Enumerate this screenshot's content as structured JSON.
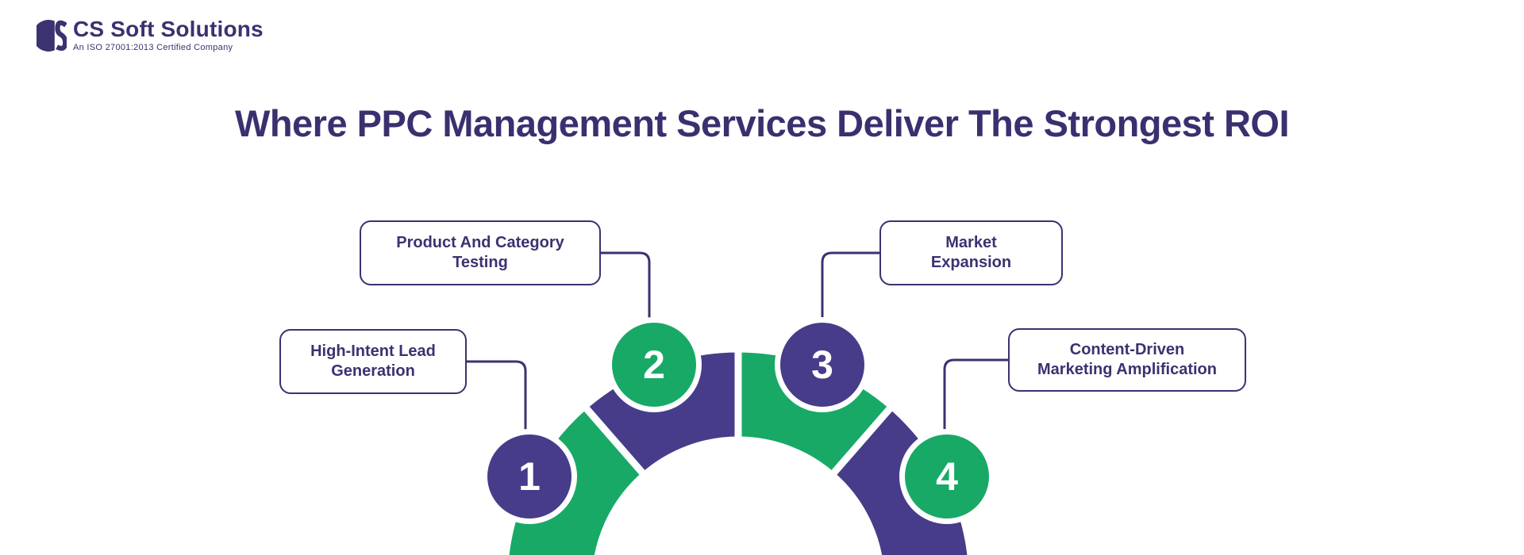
{
  "colors": {
    "purple": "#473c8a",
    "green": "#18a967",
    "ink": "#3b3270",
    "title": "#39306f"
  },
  "logo": {
    "name": "CS Soft Solutions",
    "tagline": "An ISO 27001:2013 Certified Company"
  },
  "header": {
    "title": "Where PPC Management Services Deliver The Strongest ROI"
  },
  "items": [
    {
      "number": "1",
      "label": "High-Intent Lead\nGeneration"
    },
    {
      "number": "2",
      "label": "Product And Category\nTesting"
    },
    {
      "number": "3",
      "label": "Market\nExpansion"
    },
    {
      "number": "4",
      "label": "Content-Driven\nMarketing Amplification"
    }
  ]
}
